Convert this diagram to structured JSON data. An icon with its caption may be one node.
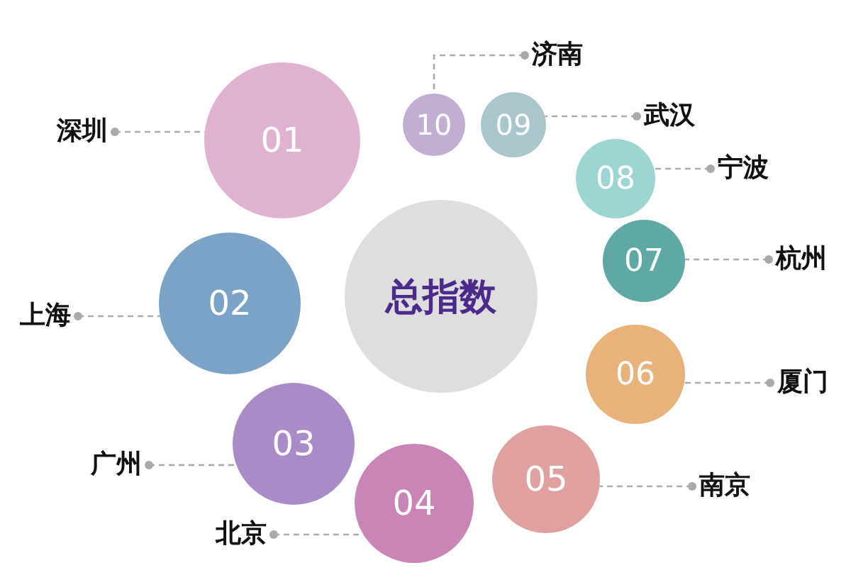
{
  "diagram": {
    "nodes": [
      {
        "text": [
          "总指数"
        ]
      },
      {
        "text": [
          "01"
        ]
      },
      {
        "text": [
          "02"
        ]
      },
      {
        "text": [
          "03"
        ]
      },
      {
        "text": [
          "04"
        ]
      },
      {
        "text": [
          "05"
        ]
      },
      {
        "text": [
          "06"
        ]
      },
      {
        "text": [
          "07"
        ]
      },
      {
        "text": [
          "08"
        ]
      },
      {
        "text": [
          "09"
        ]
      },
      {
        "text": [
          "10"
        ]
      },
      {
        "text": [
          "深圳"
        ]
      },
      {
        "text": [
          "上海"
        ]
      },
      {
        "text": [
          "广州"
        ]
      },
      {
        "text": [
          "北京"
        ]
      },
      {
        "text": [
          "南京"
        ]
      },
      {
        "text": [
          "厦门"
        ]
      },
      {
        "text": [
          "杭州"
        ]
      },
      {
        "text": [
          "宁波"
        ]
      },
      {
        "text": [
          "武汉"
        ]
      },
      {
        "text": [
          "济南"
        ]
      }
    ],
    "edges": [
      {
        "from": 11,
        "to": 1,
        "arrow": "other",
        "style": "dashed"
      },
      {
        "from": 12,
        "to": 2,
        "arrow": "other",
        "style": "dashed"
      },
      {
        "from": 13,
        "to": 3,
        "arrow": "other",
        "style": "dashed"
      },
      {
        "from": 14,
        "to": 4,
        "arrow": "other",
        "style": "dashed"
      },
      {
        "from": 15,
        "to": 5,
        "arrow": "other",
        "style": "dashed"
      },
      {
        "from": 16,
        "to": 6,
        "arrow": "other",
        "style": "dashed"
      },
      {
        "from": 17,
        "to": 7,
        "arrow": "other",
        "style": "dashed"
      },
      {
        "from": 18,
        "to": 8,
        "arrow": "other",
        "style": "dashed"
      },
      {
        "from": 19,
        "to": 9,
        "arrow": "other",
        "style": "dashed"
      },
      {
        "from": 20,
        "to": 10,
        "arrow": "other",
        "style": "dashed"
      }
    ]
  }
}
